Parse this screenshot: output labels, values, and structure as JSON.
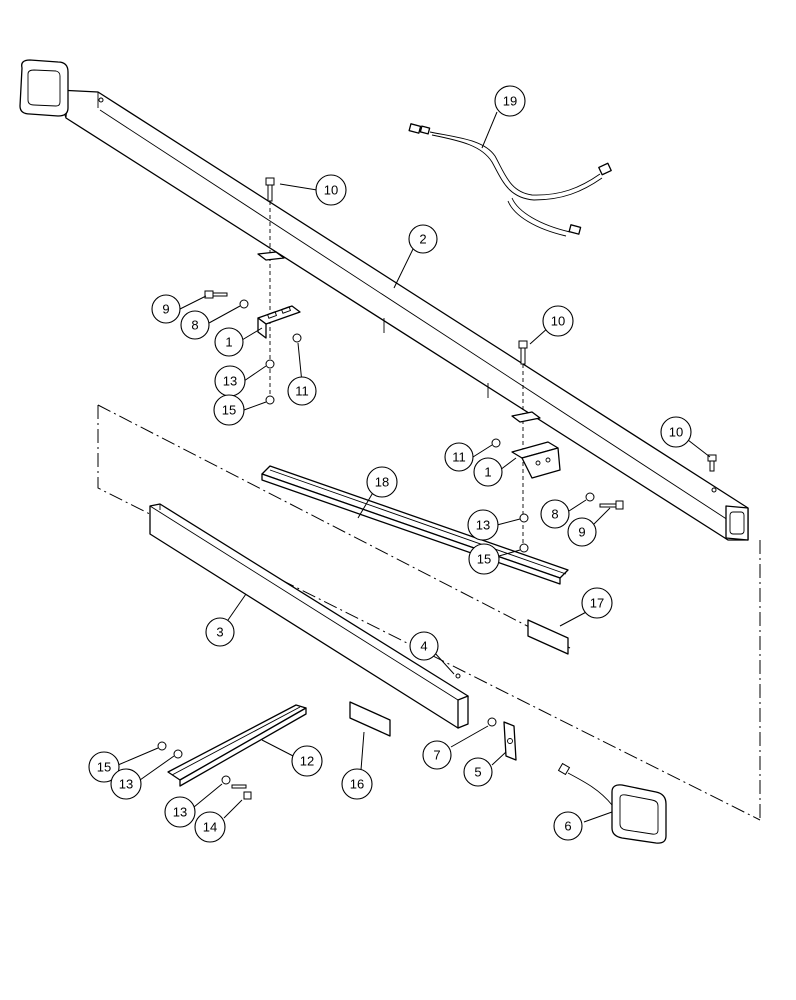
{
  "callouts": [
    {
      "id": "c19",
      "label": "19"
    },
    {
      "id": "c10a",
      "label": "10"
    },
    {
      "id": "c2",
      "label": "2"
    },
    {
      "id": "c9a",
      "label": "9"
    },
    {
      "id": "c8a",
      "label": "8"
    },
    {
      "id": "c1a",
      "label": "1"
    },
    {
      "id": "c13a",
      "label": "13"
    },
    {
      "id": "c11a",
      "label": "11"
    },
    {
      "id": "c15a",
      "label": "15"
    },
    {
      "id": "c10b",
      "label": "10"
    },
    {
      "id": "c10c",
      "label": "10"
    },
    {
      "id": "c11b",
      "label": "11"
    },
    {
      "id": "c1b",
      "label": "1"
    },
    {
      "id": "c18",
      "label": "18"
    },
    {
      "id": "c13b",
      "label": "13"
    },
    {
      "id": "c8b",
      "label": "8"
    },
    {
      "id": "c9b",
      "label": "9"
    },
    {
      "id": "c15b",
      "label": "15"
    },
    {
      "id": "c17",
      "label": "17"
    },
    {
      "id": "c3",
      "label": "3"
    },
    {
      "id": "c4",
      "label": "4"
    },
    {
      "id": "c7",
      "label": "7"
    },
    {
      "id": "c5",
      "label": "5"
    },
    {
      "id": "c12",
      "label": "12"
    },
    {
      "id": "c15c",
      "label": "15"
    },
    {
      "id": "c13c",
      "label": "13"
    },
    {
      "id": "c13d",
      "label": "13"
    },
    {
      "id": "c14",
      "label": "14"
    },
    {
      "id": "c16",
      "label": "16"
    },
    {
      "id": "c6",
      "label": "6"
    }
  ]
}
